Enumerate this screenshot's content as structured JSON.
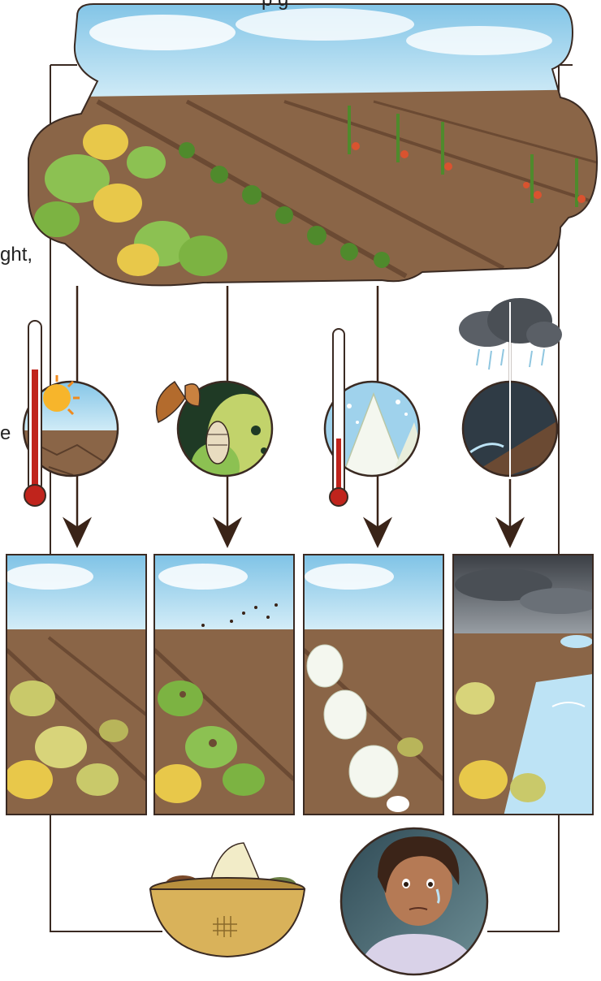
{
  "clipped_text": {
    "top": "p   g",
    "left_1": "ght,",
    "left_2": "e"
  },
  "colors": {
    "sky": "#9fd2ec",
    "cloud": "#ffffff",
    "soil": "#8a6547",
    "soil_dark": "#6b4a33",
    "leaf": "#8cc152",
    "leaf_dark": "#4f8a2c",
    "pumpkin": "#e8c84a",
    "tomato": "#d9532f",
    "frost": "#f4f7ef",
    "water": "#bde3f5",
    "storm": "#5a5f66",
    "arrow": "#3a2418",
    "line": "#3a2a22",
    "thermo_red": "#c0241c",
    "sun": "#f7b52b",
    "bowl": "#d9b25a",
    "skin": "#b57a55",
    "hair": "#3b2418"
  },
  "stages": {
    "top_scene": "healthy-crop-field",
    "threats": [
      "heat-drought",
      "insect-pests",
      "frost",
      "heavy-rain"
    ],
    "outcomes": [
      "wilted-crops",
      "pest-damaged-crops",
      "frost-damaged-crops",
      "flooded-crops"
    ],
    "final": [
      "small-harvest-bowl",
      "worried-farmer"
    ]
  }
}
